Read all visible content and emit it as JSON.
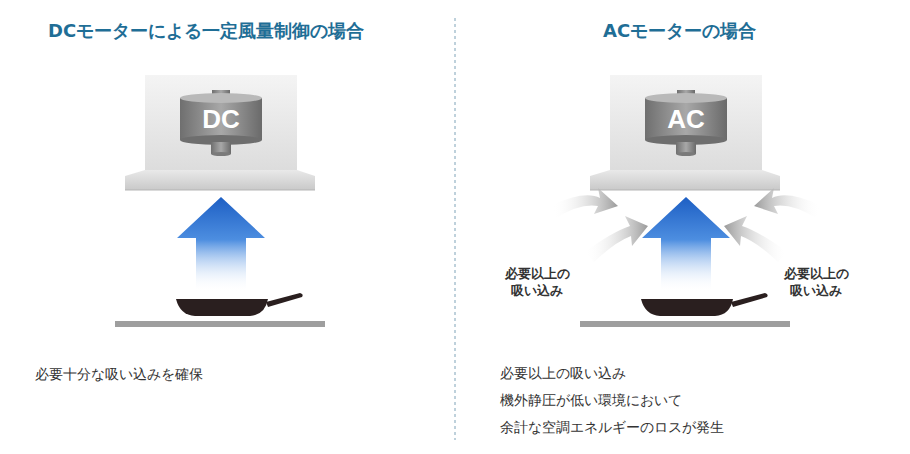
{
  "diagram": {
    "nodes": [
      {
        "text": [
          "DC"
        ]
      },
      {
        "text": [
          "AC"
        ]
      }
    ],
    "labels": [
      "DCモーターによる一定風量制御の場合",
      "ACモーターの場合",
      "必要十分な吸い込みを確保",
      "必要以上の 吸い込み",
      "必要以上の 吸い込み",
      "必要以上の吸い込み",
      "機外静圧が低い環境において",
      "余計な空調エネルギーのロスが発生"
    ]
  }
}
